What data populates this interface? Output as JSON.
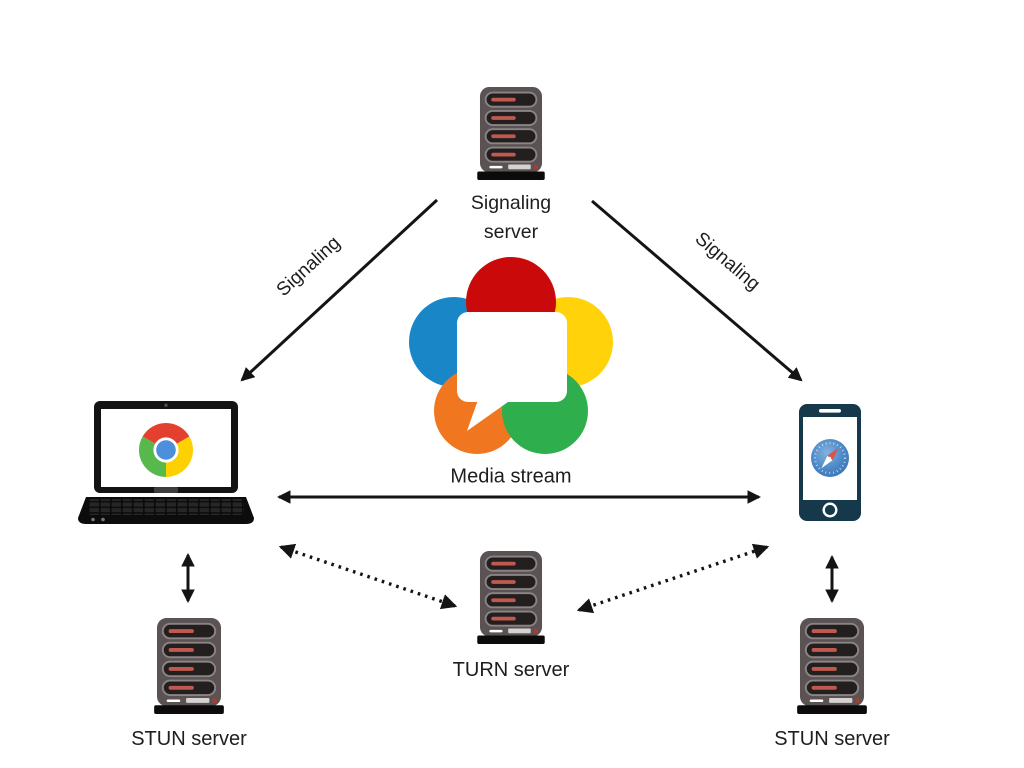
{
  "nodes": {
    "signaling_server": {
      "label": "Signaling server",
      "icon": "server-icon"
    },
    "turn_server": {
      "label": "TURN server",
      "icon": "server-icon"
    },
    "stun_server_left": {
      "label": "STUN server",
      "icon": "server-icon"
    },
    "stun_server_right": {
      "label": "STUN server",
      "icon": "server-icon"
    },
    "laptop": {
      "icon": "laptop-chrome-icon"
    },
    "phone": {
      "icon": "smartphone-safari-icon"
    },
    "webrtc": {
      "icon": "webrtc-logo"
    }
  },
  "edges": {
    "signaling_left": {
      "label": "Signaling",
      "style": "solid",
      "arrows": "single",
      "from": "signaling_server",
      "to": "laptop"
    },
    "signaling_right": {
      "label": "Signaling",
      "style": "solid",
      "arrows": "single",
      "from": "signaling_server",
      "to": "phone"
    },
    "media_stream": {
      "label": "Media stream",
      "style": "solid",
      "arrows": "double",
      "from": "laptop",
      "to": "phone"
    },
    "laptop_turn": {
      "label": "",
      "style": "dotted",
      "arrows": "double",
      "from": "laptop",
      "to": "turn_server"
    },
    "phone_turn": {
      "label": "",
      "style": "dotted",
      "arrows": "double",
      "from": "phone",
      "to": "turn_server"
    },
    "laptop_stun": {
      "label": "",
      "style": "solid",
      "arrows": "double",
      "from": "laptop",
      "to": "stun_server_left"
    },
    "phone_stun": {
      "label": "",
      "style": "solid",
      "arrows": "double",
      "from": "phone",
      "to": "stun_server_right"
    }
  },
  "colors": {
    "text": "#1e1e1e",
    "arrow": "#141414",
    "server_body": "#5b5353",
    "server_slot": "#241f1f",
    "server_slot_outline": "#8b8484",
    "server_bar": "#c05a50",
    "server_base": "#0b0b0b",
    "laptop_body": "#131313",
    "phone_body": "#16384b",
    "webrtc_red": "#ca0a0a",
    "webrtc_blue": "#1986c8",
    "webrtc_yellow": "#ffd20a",
    "webrtc_orange": "#f0761f",
    "webrtc_green": "#2fae4d",
    "chrome_red": "#e3402f",
    "chrome_green": "#57b94c",
    "chrome_yellow": "#fdd000",
    "chrome_blue": "#4e8fdb",
    "safari_blue": "#4a86c6",
    "safari_needle_red": "#e05043"
  }
}
